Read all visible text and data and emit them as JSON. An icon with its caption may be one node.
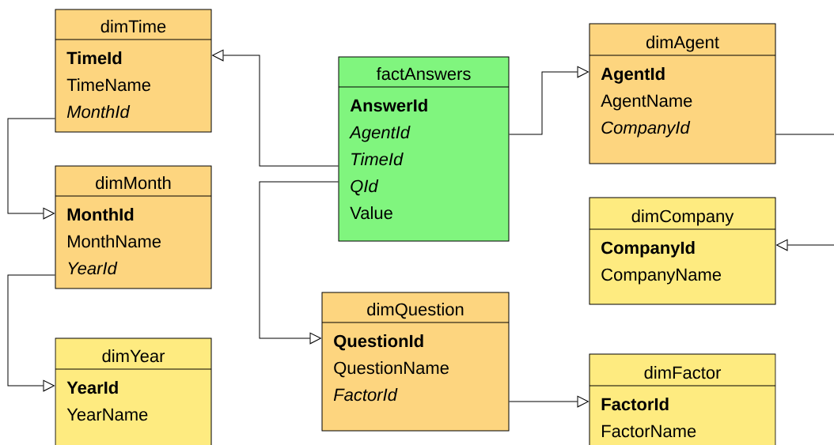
{
  "diagram": {
    "nodes": [
      {
        "text": [
          "dimTime",
          "**TimeId**",
          "TimeName",
          "*MonthId*"
        ]
      },
      {
        "text": [
          "dimMonth",
          "**MonthId**",
          "MonthName",
          "*YearId*"
        ]
      },
      {
        "text": [
          "dimYear",
          "**YearId**",
          "YearName"
        ]
      },
      {
        "text": [
          "factAnswers",
          "**AnswerId**",
          "*AgentId*",
          "*TimeId*",
          "*QId*",
          "Value"
        ]
      },
      {
        "text": [
          "dimAgent",
          "**AgentId**",
          "AgentName",
          "*CompanyId*"
        ]
      },
      {
        "text": [
          "dimCompany",
          "**CompanyId**",
          "CompanyName"
        ]
      },
      {
        "text": [
          "dimQuestion",
          "**QuestionId**",
          "QuestionName",
          "*FactorId*"
        ]
      },
      {
        "text": [
          "dimFactor",
          "**FactorId**",
          "FactorName"
        ]
      }
    ],
    "edges": [
      {
        "from": 3,
        "to": 0,
        "arrow": "to"
      },
      {
        "from": 3,
        "to": 6,
        "arrow": "to"
      },
      {
        "from": 3,
        "to": 4,
        "arrow": "to"
      },
      {
        "from": 0,
        "to": 1,
        "arrow": "to"
      },
      {
        "from": 1,
        "to": 2,
        "arrow": "to"
      },
      {
        "from": 6,
        "to": 7,
        "arrow": "to"
      },
      {
        "from": 4,
        "to": 5,
        "arrow": "to"
      }
    ]
  }
}
